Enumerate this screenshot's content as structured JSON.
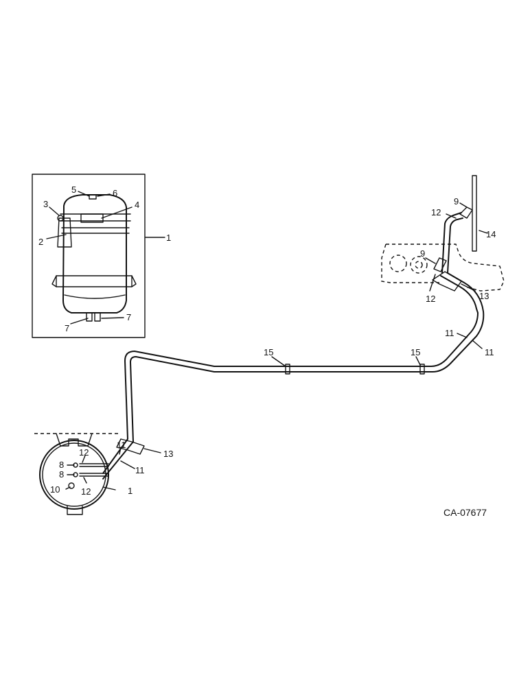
{
  "drawing_code": "CA-07677",
  "callouts": {
    "inset_1": "1",
    "inset_2": "2",
    "inset_3": "3",
    "inset_4": "4",
    "inset_5": "5",
    "inset_6": "6",
    "inset_7a": "7",
    "inset_7b": "7",
    "tank_8a": "8",
    "tank_8b": "8",
    "tank_10": "10",
    "tank_12a": "12",
    "tank_12b": "12",
    "tank_1": "1",
    "tank_11a": "11",
    "tank_11b": "11",
    "tank_13": "13",
    "mid_15a": "15",
    "mid_15b": "15",
    "right_11a": "11",
    "right_11b": "11",
    "right_13": "13",
    "right_12a": "12",
    "right_12b": "12",
    "right_9a": "9",
    "right_9b": "9",
    "right_14": "14"
  }
}
